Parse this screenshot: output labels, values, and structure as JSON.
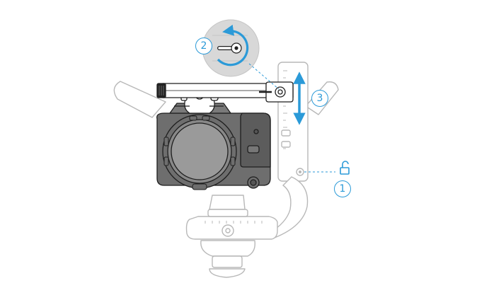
{
  "callouts": [
    {
      "label": "1"
    },
    {
      "label": "2"
    },
    {
      "label": "3"
    }
  ],
  "icons": {
    "unlock": "padlock-open-icon",
    "rotate": "counterclockwise-arrow-icon",
    "adjust": "vertical-double-arrow-icon"
  },
  "colors": {
    "accent": "#2b9ad8",
    "line": "#1f1f1f",
    "gimbal": "#b8b8b8",
    "camera_fill": "#6e6e6e"
  }
}
